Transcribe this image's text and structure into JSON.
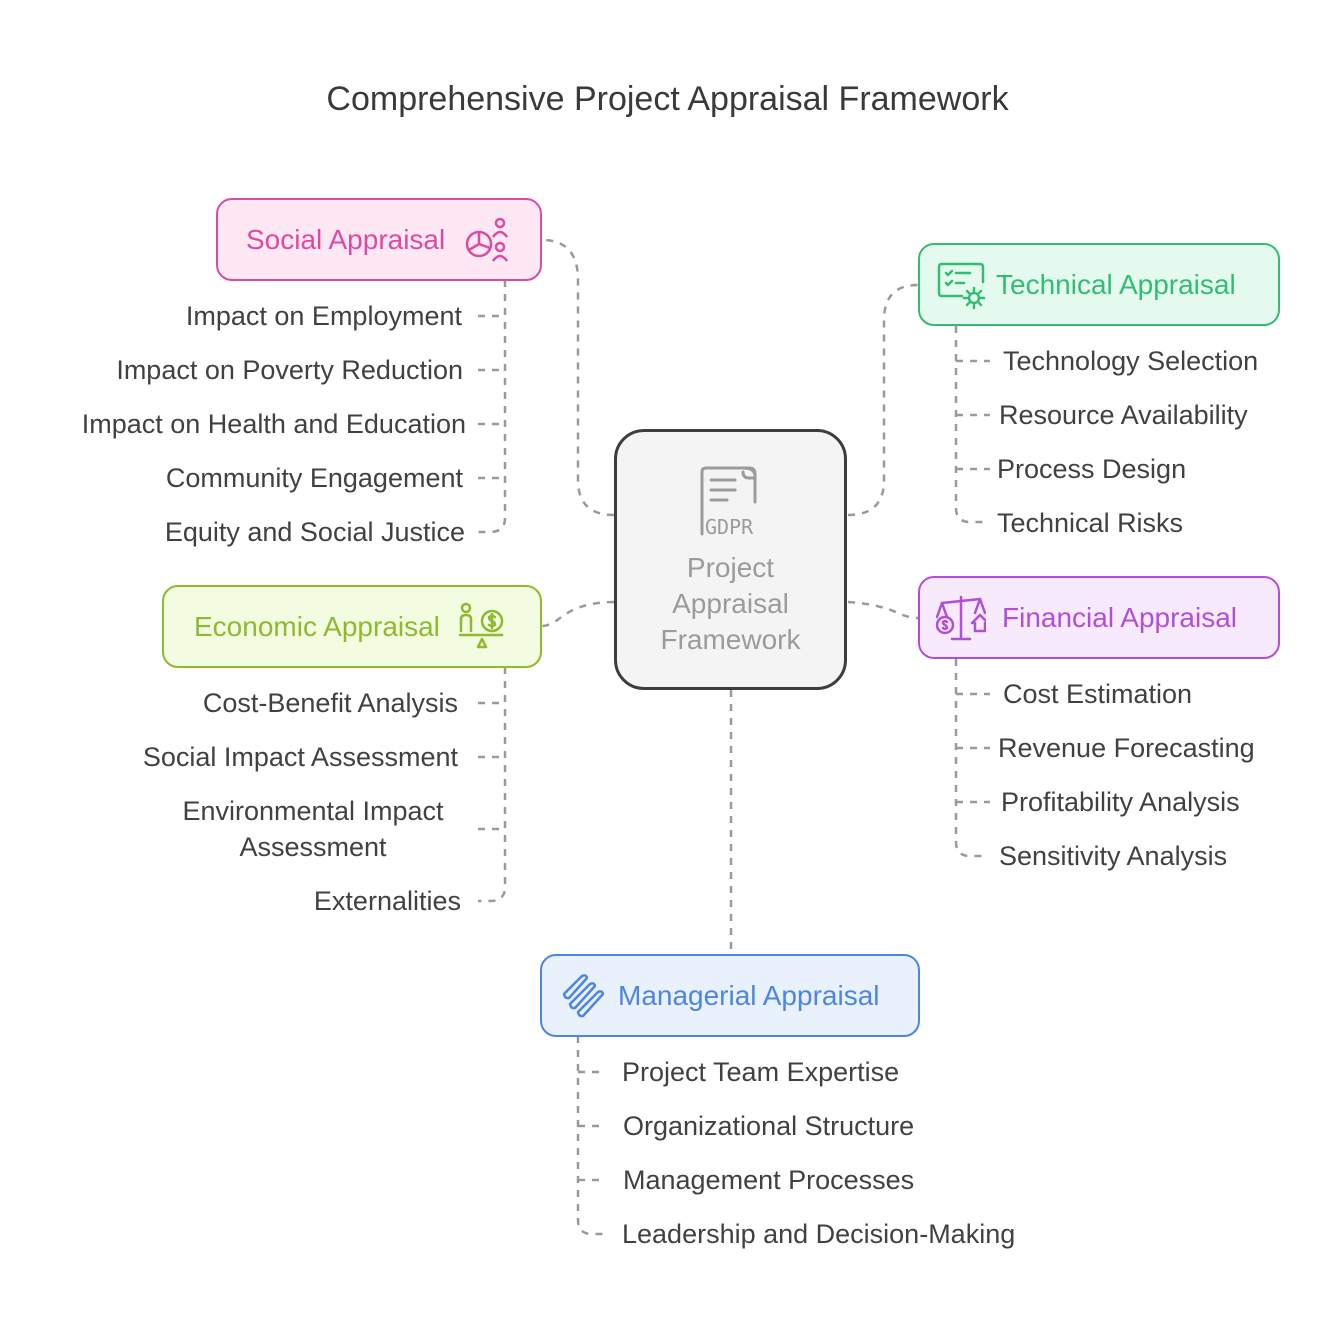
{
  "title": "Comprehensive Project Appraisal Framework",
  "center": {
    "label_lines": [
      "Project",
      "Appraisal",
      "Framework"
    ],
    "icon": "gdpr-document-icon",
    "icon_text": "GDPR"
  },
  "branches": {
    "social": {
      "label": "Social Appraisal",
      "icon": "pie-chart-people-icon",
      "color": "#dd4aa1",
      "fill": "#fde8f4",
      "items": [
        "Impact on Employment",
        "Impact on Poverty Reduction",
        "Impact on Health and Education",
        "Community Engagement",
        "Equity and Social Justice"
      ]
    },
    "technical": {
      "label": "Technical Appraisal",
      "icon": "monitor-gear-checklist-icon",
      "color": "#33bd74",
      "fill": "#e5faee",
      "items": [
        "Technology Selection",
        "Resource Availability",
        "Process Design",
        "Technical Risks"
      ]
    },
    "economic": {
      "label": "Economic Appraisal",
      "icon": "person-coin-scale-icon",
      "color": "#8fba2e",
      "fill": "#f3fbe0",
      "items": [
        "Cost-Benefit Analysis",
        "Social Impact Assessment",
        "Environmental Impact Assessment",
        "Externalities"
      ]
    },
    "financial": {
      "label": "Financial Appraisal",
      "icon": "balance-scale-money-icon",
      "color": "#b24fd8",
      "fill": "#f8eafd",
      "items": [
        "Cost Estimation",
        "Revenue Forecasting",
        "Profitability Analysis",
        "Sensitivity Analysis"
      ]
    },
    "managerial": {
      "label": "Managerial Appraisal",
      "icon": "linked-bars-icon",
      "color": "#4e86df",
      "fill": "#e9f1fd",
      "items": [
        "Project Team Expertise",
        "Organizational Structure",
        "Management Processes",
        "Leadership and Decision-Making"
      ]
    }
  }
}
